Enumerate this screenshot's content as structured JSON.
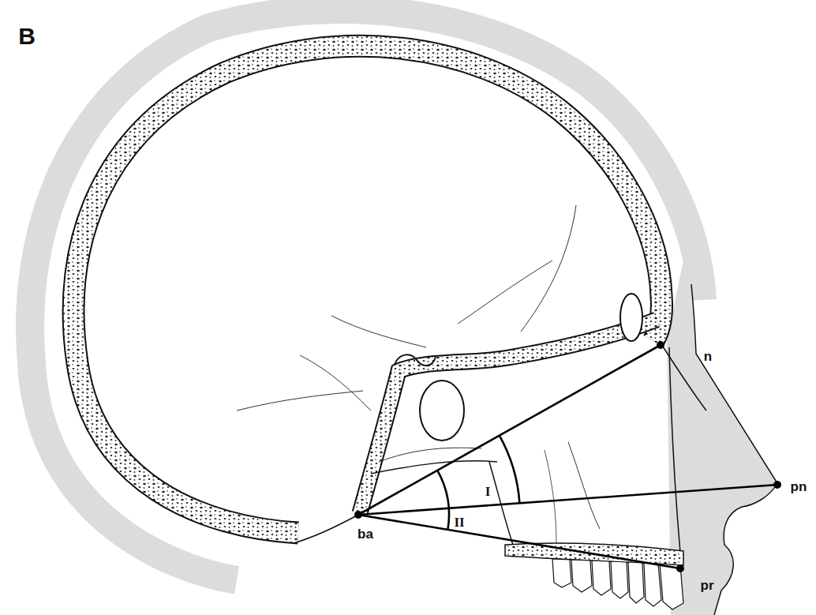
{
  "diagram": {
    "labels": [
      "B",
      "n",
      "pn",
      "pr",
      "ba",
      "I",
      "II"
    ]
  }
}
